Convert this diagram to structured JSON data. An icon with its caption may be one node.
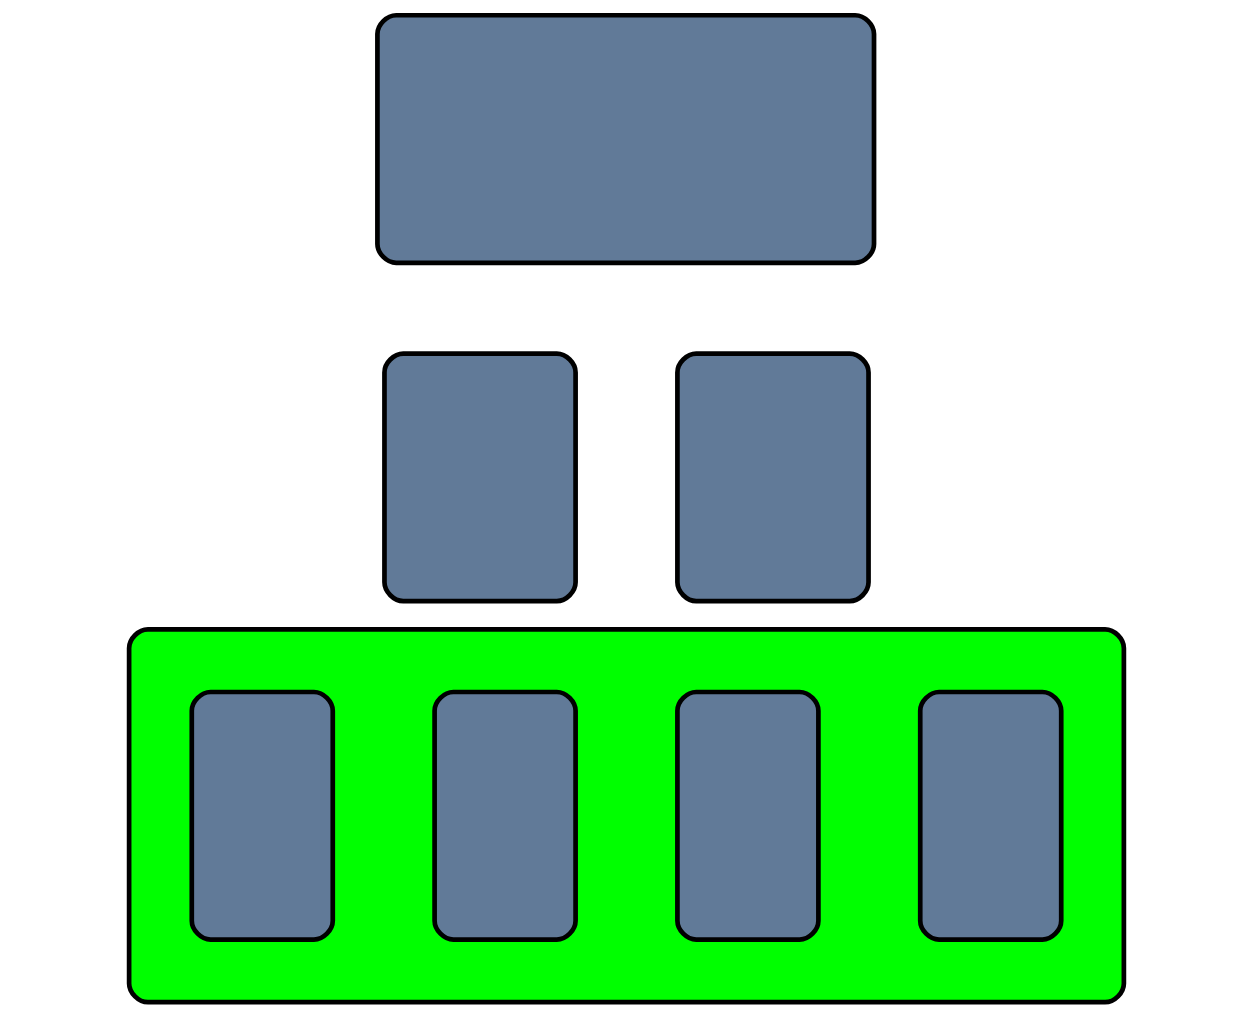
{
  "diagram": {
    "nodes": [
      {
        "text": [],
        "shape": "box"
      },
      {
        "text": [],
        "shape": "box"
      },
      {
        "text": [],
        "shape": "box"
      },
      {
        "text": [],
        "shape": "box"
      },
      {
        "text": [],
        "shape": "box",
        "in": 3
      },
      {
        "text": [],
        "shape": "box",
        "in": 3
      },
      {
        "text": [],
        "shape": "box",
        "in": 3
      },
      {
        "text": [],
        "shape": "box",
        "in": 3
      }
    ],
    "edges": []
  }
}
